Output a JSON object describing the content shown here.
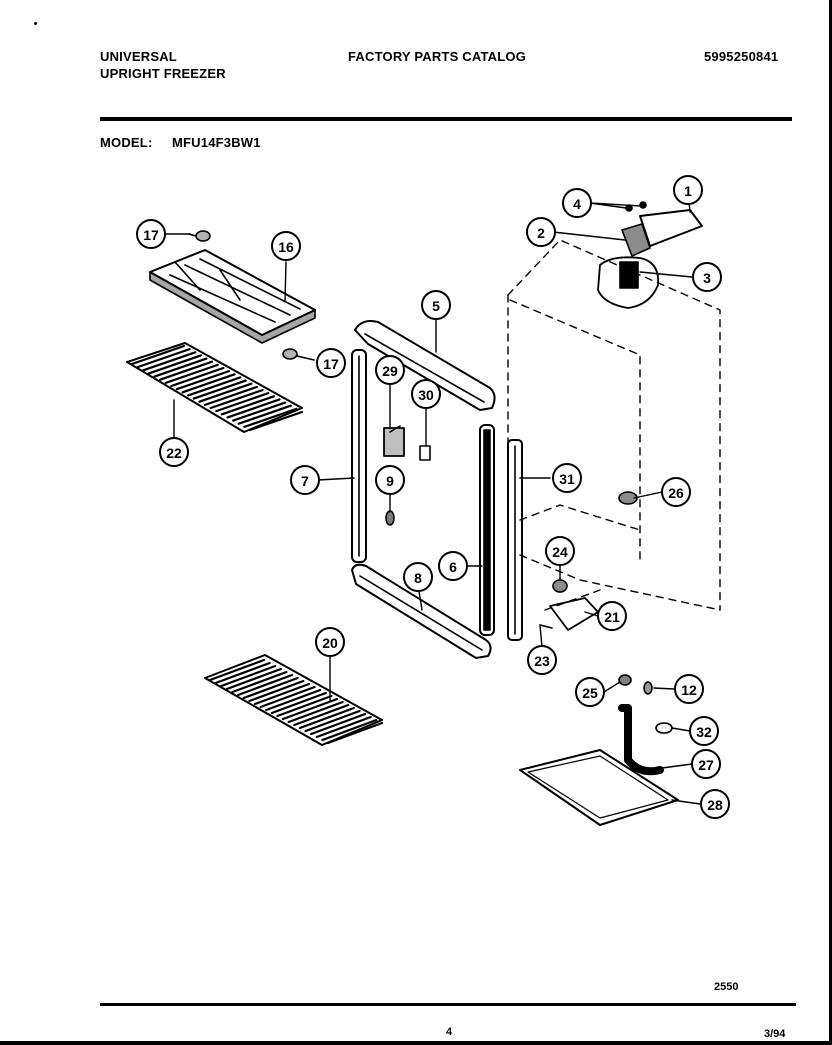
{
  "header": {
    "brand_line1": "UNIVERSAL",
    "brand_line2": "UPRIGHT FREEZER",
    "catalog_title": "FACTORY PARTS CATALOG",
    "catalog_number": "5995250841"
  },
  "model": {
    "label": "MODEL:",
    "value": "MFU14F3BW1"
  },
  "footer": {
    "diagram_code": "2550",
    "page_number": "4",
    "date_code": "3/94"
  },
  "callouts": [
    "1",
    "2",
    "3",
    "4",
    "5",
    "6",
    "7",
    "8",
    "9",
    "12",
    "16",
    "17",
    "17",
    "20",
    "21",
    "22",
    "23",
    "24",
    "25",
    "26",
    "27",
    "28",
    "29",
    "30",
    "31",
    "32"
  ],
  "colors": {
    "ink": "#000000",
    "paper": "#ffffff"
  }
}
